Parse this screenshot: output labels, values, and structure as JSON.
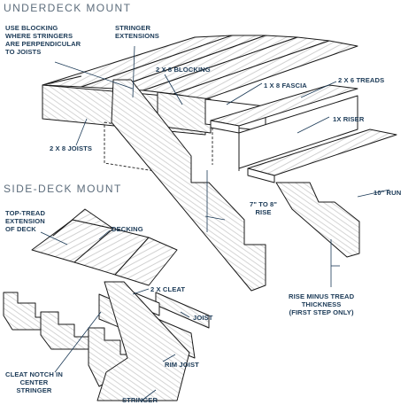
{
  "headings": {
    "underdeck": "UNDERDECK MOUNT",
    "sidedeck": "SIDE-DECK MOUNT"
  },
  "labels": {
    "use_blocking": "USE BLOCKING\nWHERE STRINGERS\nARE PERPENDICULAR\nTO JOISTS",
    "stringer_extensions": "STRINGER\nEXTENSIONS",
    "blocking_2x8": "2 x 8 BLOCKING",
    "fascia_1x8": "1 x 8 FASCIA",
    "treads_2x6": "2 x 6 TREADS",
    "riser_1x": "1x RISER",
    "joists_2x8": "2 x 8 JOISTS",
    "rise": "7\" to 8\"\nRISE",
    "run": "10\" RUN",
    "rise_minus_tread": "RISE MINUS TREAD\nTHICKNESS\n(FIRST STEP ONLY)",
    "top_tread": "TOP-TREAD\nEXTENSION\nOF DECK",
    "decking": "DECKING",
    "cleat_2x": "2 x CLEAT",
    "joist": "JOIST",
    "rim_joist": "RIM JOIST",
    "cleat_notch": "CLEAT NOTCH IN\nCENTER\nSTRINGER",
    "stringer": "STRINGER"
  },
  "colors": {
    "ink": "#1b3a57",
    "wood": "#ffffff",
    "outline": "#1a1a1a",
    "grain": "#9a9a9a",
    "heading": "#5d6d7c"
  }
}
